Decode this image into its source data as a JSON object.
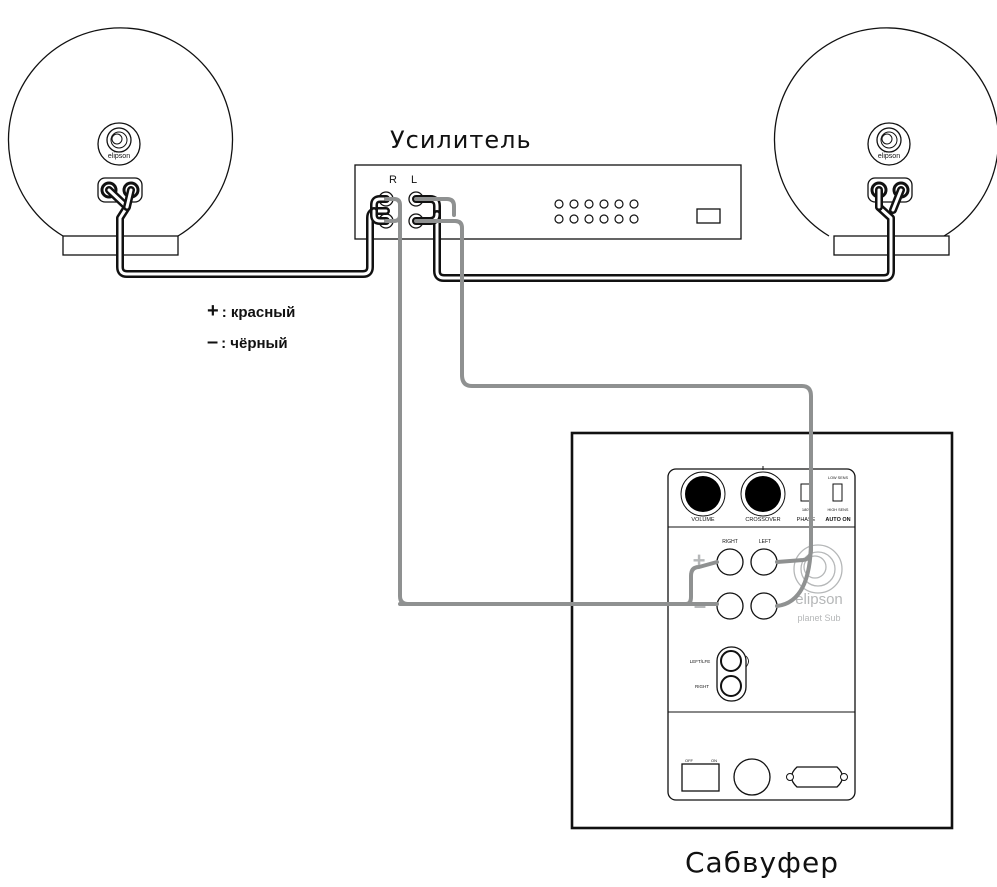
{
  "amplifier": {
    "title": "Усилитель",
    "channel_right": "R",
    "channel_left": "L"
  },
  "subwoofer": {
    "title": "Сабвуфер",
    "volume_label": "VOLUME",
    "crossover_label": "CROSSOVER",
    "phase_label": "PHASE",
    "auto_on_label": "AUTO ON",
    "low_sens_label": "LOW SENS",
    "high_sens_label": "HIGH SENS",
    "phase_switch_value": "180°",
    "right_label": "RIGHT",
    "left_label": "LEFT",
    "plus_sign": "+",
    "minus_sign": "–",
    "brand_text": "elipson",
    "model_text": "planet Sub",
    "line_left_lfe_label": "LEFT/LFE",
    "line_right_label": "RIGHT",
    "power_off_label": "OFF",
    "power_on_label": "ON"
  },
  "speakers": {
    "brand_text": "elipson"
  },
  "legend": {
    "plus_symbol": "+",
    "plus_text": ": красный",
    "minus_symbol": "–",
    "minus_text": ": чёрный"
  },
  "colors": {
    "line": "#111111",
    "speaker_cable": "#111111",
    "sub_cable": "#8f9191",
    "sub_panel_faint": "#b5b7b8"
  }
}
